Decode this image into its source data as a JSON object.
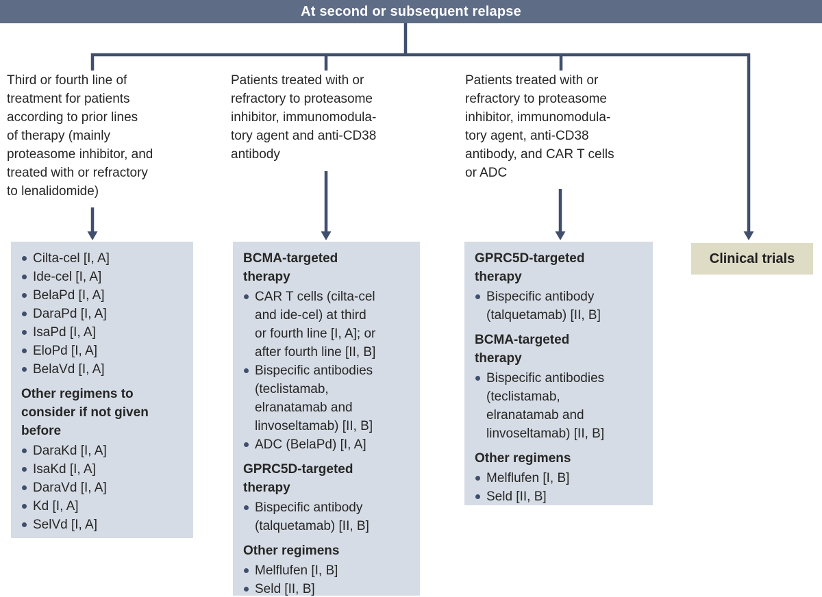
{
  "header": {
    "title": "At second or subsequent relapse"
  },
  "branches": {
    "b1": {
      "description": "Third or fourth line of\ntreatment for patients\naccording to prior lines\nof therapy (mainly\nproteasome inhibitor, and\ntreated with or refractory\nto lenalidomide)"
    },
    "b2": {
      "description": "Patients treated with or\nrefractory to proteasome\ninhibitor, immunomodula-\ntory agent and anti-CD38\nantibody"
    },
    "b3": {
      "description": "Patients treated with or\nrefractory to proteasome\ninhibitor, immunomodula-\ntory agent, anti-CD38\nantibody, and CAR T cells\nor ADC"
    }
  },
  "boxes": {
    "box1": {
      "bullets_top": [
        "Cilta-cel [I, A]",
        "Ide-cel [I, A]",
        "BelaPd [I, A]",
        "DaraPd [I, A]",
        "IsaPd [I, A]",
        "EloPd [I, A]",
        "BelaVd [I, A]"
      ],
      "subheader": "Other regimens to\nconsider if not given\nbefore",
      "bullets_bottom": [
        "DaraKd [I, A]",
        "IsaKd [I, A]",
        "DaraVd [I, A]",
        "Kd [I, A]",
        "SelVd [I, A]"
      ]
    },
    "box2": {
      "header1": "BCMA-targeted\ntherapy",
      "bullets1": [
        "CAR T cells (cilta-cel\nand ide-cel) at third\nor fourth line [I, A]; or\nafter fourth line [II, B]",
        "Bispecific antibodies\n(teclistamab,\nelranatamab and\nlinvoseltamab) [II, B]",
        "ADC (BelaPd) [I, A]"
      ],
      "header2": "GPRC5D-targeted\ntherapy",
      "bullets2": [
        "Bispecific antibody\n(talquetamab) [II, B]"
      ],
      "header3": "Other regimens",
      "bullets3": [
        "Melflufen [I, B]",
        "Seld [II, B]"
      ]
    },
    "box3": {
      "header1": "GPRC5D-targeted\ntherapy",
      "bullets1": [
        "Bispecific antibody\n(talquetamab) [II, B]"
      ],
      "header2": "BCMA-targeted\ntherapy",
      "bullets2": [
        "Bispecific antibodies\n(teclistamab,\nelranatamab and\nlinvoseltamab) [II, B]"
      ],
      "header3": "Other regimens",
      "bullets3": [
        "Melflufen [I, B]",
        "Seld [II, B]"
      ]
    },
    "clinical_trials": {
      "label": "Clinical trials"
    }
  },
  "colors": {
    "header-bg": "#5e6c86",
    "line": "#3f4f6c",
    "box-bg": "#d6dce5",
    "trials-bg": "#dedcc5",
    "text": "#262626",
    "bullet": "#3f4f6c",
    "header-text": "#ffffff"
  }
}
